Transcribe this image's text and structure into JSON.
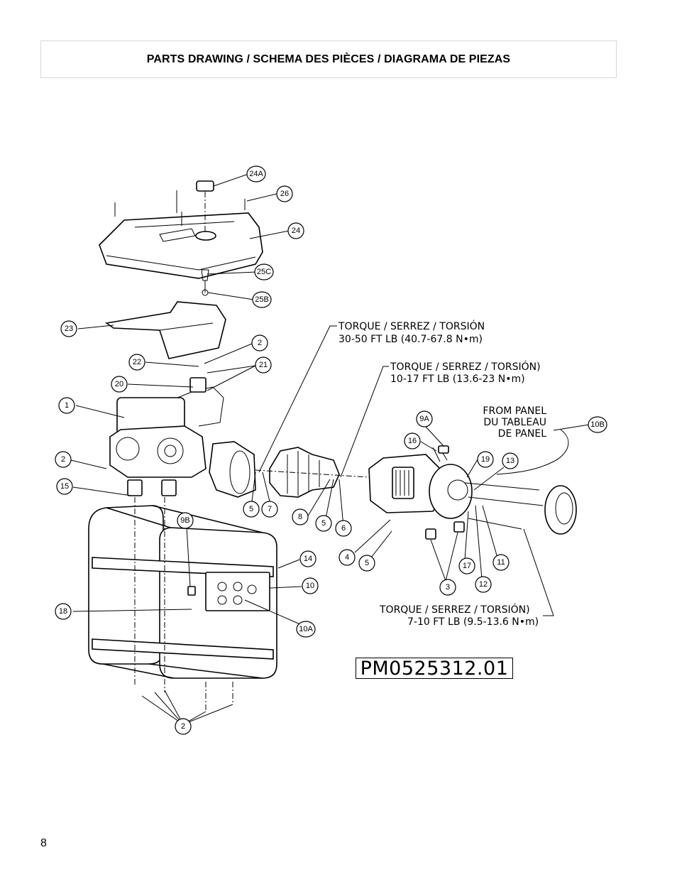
{
  "header": {
    "title": "PARTS DRAWING / SCHEMA DES PIÈCES / DIAGRAMA DE PIEZAS"
  },
  "callouts": [
    {
      "label": "24A"
    },
    {
      "label": "26"
    },
    {
      "label": "24"
    },
    {
      "label": "25C"
    },
    {
      "label": "25B"
    },
    {
      "label": "23"
    },
    {
      "label": "2"
    },
    {
      "label": "22"
    },
    {
      "label": "21"
    },
    {
      "label": "20"
    },
    {
      "label": "1"
    },
    {
      "label": "2"
    },
    {
      "label": "15"
    },
    {
      "label": "5"
    },
    {
      "label": "7"
    },
    {
      "label": "8"
    },
    {
      "label": "5"
    },
    {
      "label": "6"
    },
    {
      "label": "9A"
    },
    {
      "label": "16"
    },
    {
      "label": "19"
    },
    {
      "label": "13"
    },
    {
      "label": "10B"
    },
    {
      "label": "9B"
    },
    {
      "label": "14"
    },
    {
      "label": "10"
    },
    {
      "label": "18"
    },
    {
      "label": "10A"
    },
    {
      "label": "4"
    },
    {
      "label": "5"
    },
    {
      "label": "3"
    },
    {
      "label": "17"
    },
    {
      "label": "12"
    },
    {
      "label": "11"
    },
    {
      "label": "2"
    }
  ],
  "torque_notes": [
    {
      "line1": "TORQUE / SERREZ / TORSIÓN",
      "line2": "30-50 FT LB (40.7-67.8 N•m)"
    },
    {
      "line1": "TORQUE / SERREZ / TORSIÓN)",
      "line2": "10-17 FT LB (13.6-23 N•m)"
    },
    {
      "line1": "TORQUE / SERREZ / TORSIÓN)",
      "line2": "7-10 FT LB (9.5-13.6 N•m)"
    }
  ],
  "from_panel": {
    "line1": "FROM PANEL",
    "line2": "DU TABLEAU",
    "line3": "DE PANEL"
  },
  "part_code": "PM0525312.01",
  "page_number": "8"
}
